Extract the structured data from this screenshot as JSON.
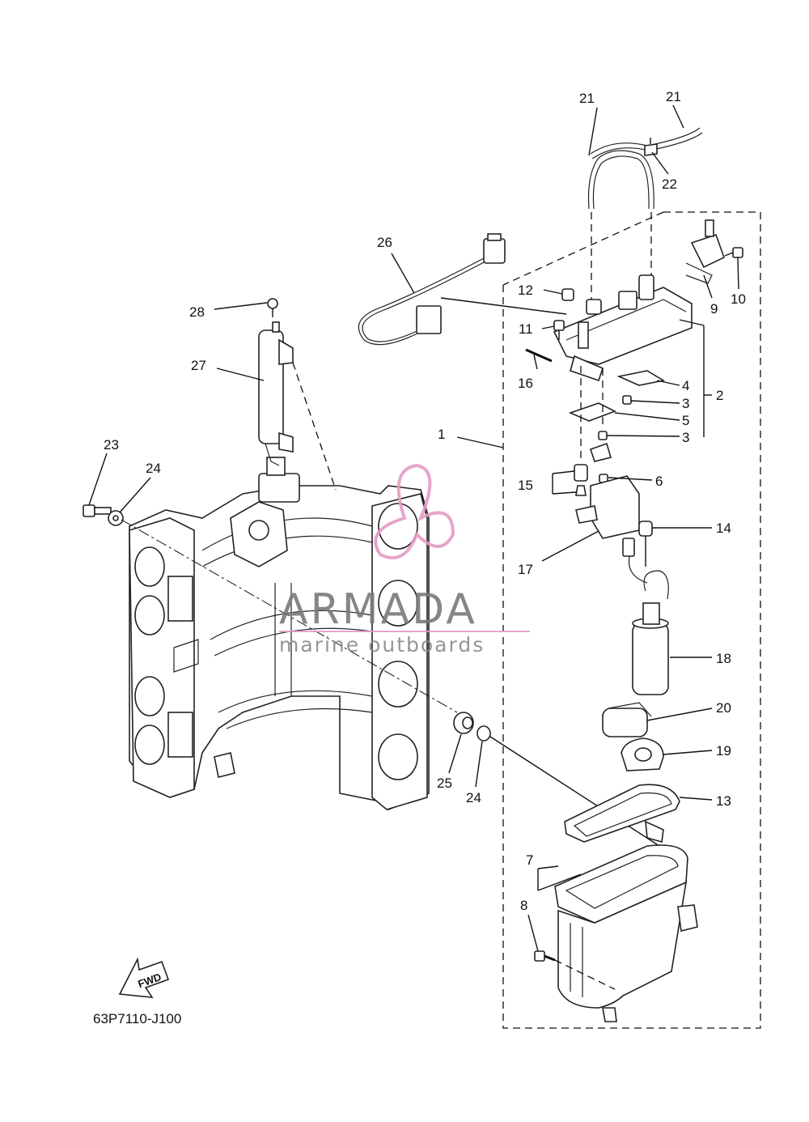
{
  "diagram": {
    "code": "63P7110-J100",
    "fwd_label": "FWD",
    "watermark": {
      "brand": "ARMADA",
      "tagline": "marine outboards",
      "accent_color": "#e59bc4",
      "text_color": "#7a7a7a"
    },
    "callouts": {
      "c1": "1",
      "c2": "2",
      "c3a": "3",
      "c3b": "3",
      "c4": "4",
      "c5": "5",
      "c6": "6",
      "c7": "7",
      "c8": "8",
      "c9": "9",
      "c10": "10",
      "c11": "11",
      "c12": "12",
      "c13": "13",
      "c14": "14",
      "c15": "15",
      "c16": "16",
      "c17": "17",
      "c18": "18",
      "c19": "19",
      "c20": "20",
      "c21a": "21",
      "c21b": "21",
      "c22": "22",
      "c23": "23",
      "c24a": "24",
      "c24b": "24",
      "c25": "25",
      "c26": "26",
      "c27": "27",
      "c28": "28"
    }
  }
}
